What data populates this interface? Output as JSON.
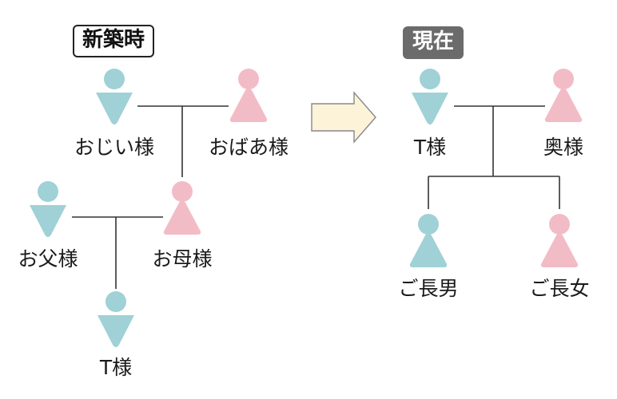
{
  "colors": {
    "male": "#9fd1d6",
    "female": "#f2bcc6",
    "line": "#333333",
    "arrow_fill": "#fdf3d9",
    "arrow_stroke": "#888888"
  },
  "panels": {
    "then": {
      "tag": "新築時",
      "people": {
        "grandfather": "おじい様",
        "grandmother": "おばあ様",
        "father": "お父様",
        "mother": "お母様",
        "t": "T様"
      }
    },
    "now": {
      "tag": "現在",
      "people": {
        "t": "T様",
        "wife": "奥様",
        "son": "ご長男",
        "daughter": "ご長女"
      }
    }
  },
  "icons": [
    "male-person-icon",
    "female-person-icon",
    "right-arrow-icon"
  ]
}
